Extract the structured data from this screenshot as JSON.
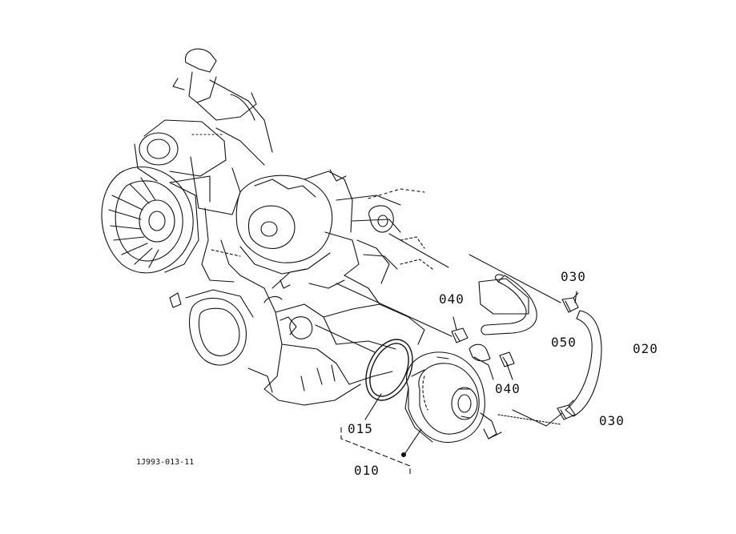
{
  "drawing_number": "1J993-013-11",
  "callouts": [
    {
      "id": "c030a",
      "label": "030"
    },
    {
      "id": "c040a",
      "label": "040"
    },
    {
      "id": "c050",
      "label": "050"
    },
    {
      "id": "c020",
      "label": "020"
    },
    {
      "id": "c040b",
      "label": "040"
    },
    {
      "id": "c015",
      "label": "015"
    },
    {
      "id": "c030b",
      "label": "030"
    },
    {
      "id": "c010",
      "label": "010"
    }
  ],
  "colors": {
    "line": "#111111",
    "background": "#ffffff"
  }
}
